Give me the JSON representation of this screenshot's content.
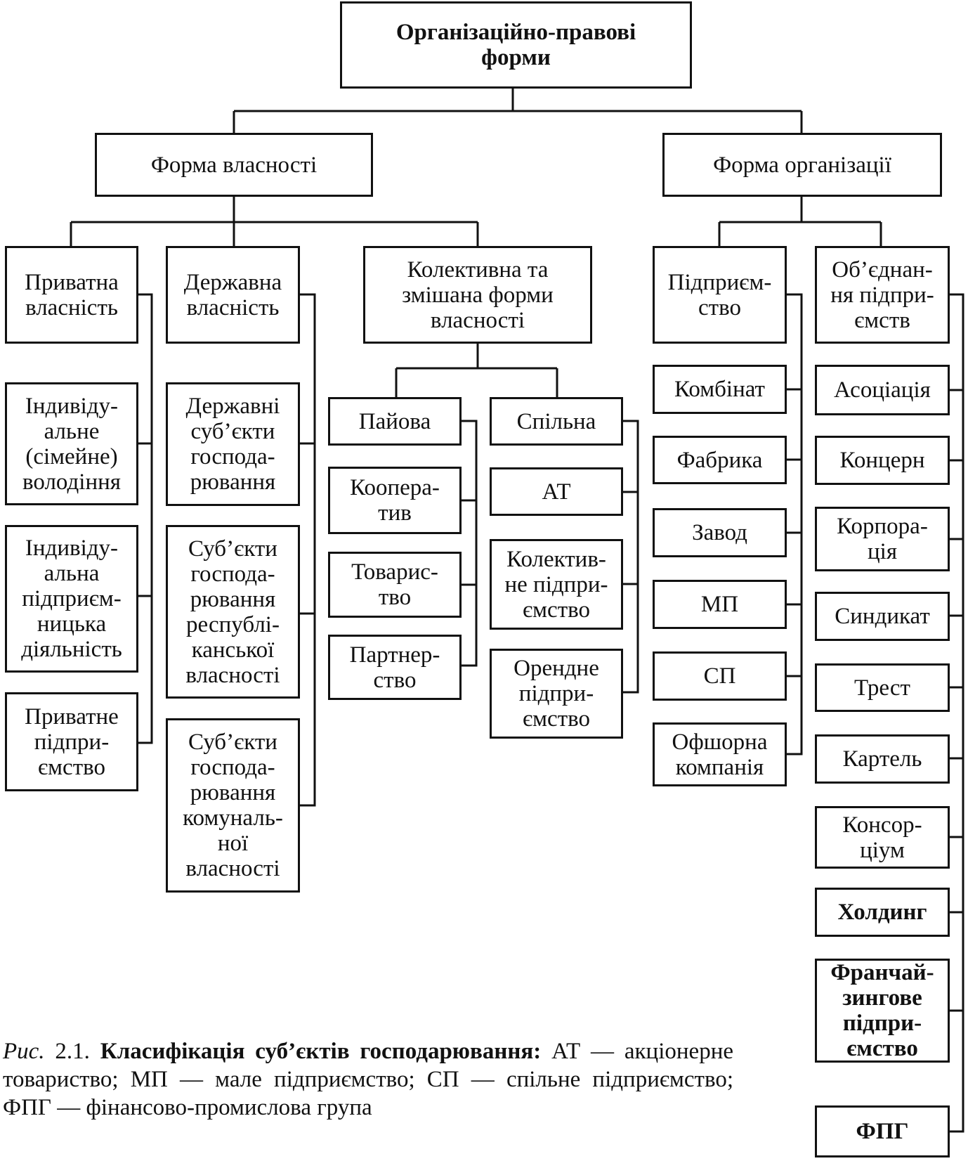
{
  "root": "Організаційно-правові\nформи",
  "branches": {
    "ownership": "Форма власності",
    "organization": "Форма організації"
  },
  "ownership_groups": {
    "private": {
      "title": "Приватна\nвласність",
      "items": [
        "Індивіду-\nальне\n(сімейне)\nволодіння",
        "Індивіду-\nальна\nпідприєм-\nницька\nдіяльність",
        "Приватне\nпідпри-\nємство"
      ]
    },
    "state": {
      "title": "Державна\nвласність",
      "items": [
        "Державні\nсуб’єкти\nгоспода-\nрювання",
        "Суб’єкти\nгоспода-\nрювання\nреспублі-\nканської\nвласності",
        "Суб’єкти\nгосподa-\nрювання\nкомуналь-\nної\nвласності"
      ]
    },
    "collective": {
      "title": "Колективна та\nзмішана форми\nвласності",
      "share": {
        "title": "Пайова",
        "items": [
          "Коопера-\nтив",
          "Товарис-\nтво",
          "Партнер-\nство"
        ]
      },
      "joint": {
        "title": "Спільна",
        "items": [
          "АТ",
          "Колектив-\nне підпри-\nємство",
          "Орендне\nпідпри-\nємство"
        ]
      }
    }
  },
  "organization_groups": {
    "enterprise": {
      "title": "Підприєм-\nство",
      "items": [
        "Комбінат",
        "Фабрика",
        "Завод",
        "МП",
        "СП",
        "Офшорна\nкомпанія"
      ]
    },
    "associations": {
      "title": "Об’єднан-\nня підпри-\nємств",
      "items": [
        "Асоціація",
        "Концерн",
        "Корпора-\nція",
        "Синдикат",
        "Трест",
        "Картель",
        "Консор-\nціум",
        "Холдинг",
        "Франчай-\nзингове\nпідпри-\nємство",
        "ФПГ"
      ]
    }
  },
  "caption": {
    "label": "Рис.",
    "number": "2.1.",
    "title": "Класифікація суб’єктів господарювання:",
    "text": "АТ — акціонерне товариство; МП — мале підприємство; СП — спільне підприємство; ФПГ — фінансово-промислова група"
  }
}
